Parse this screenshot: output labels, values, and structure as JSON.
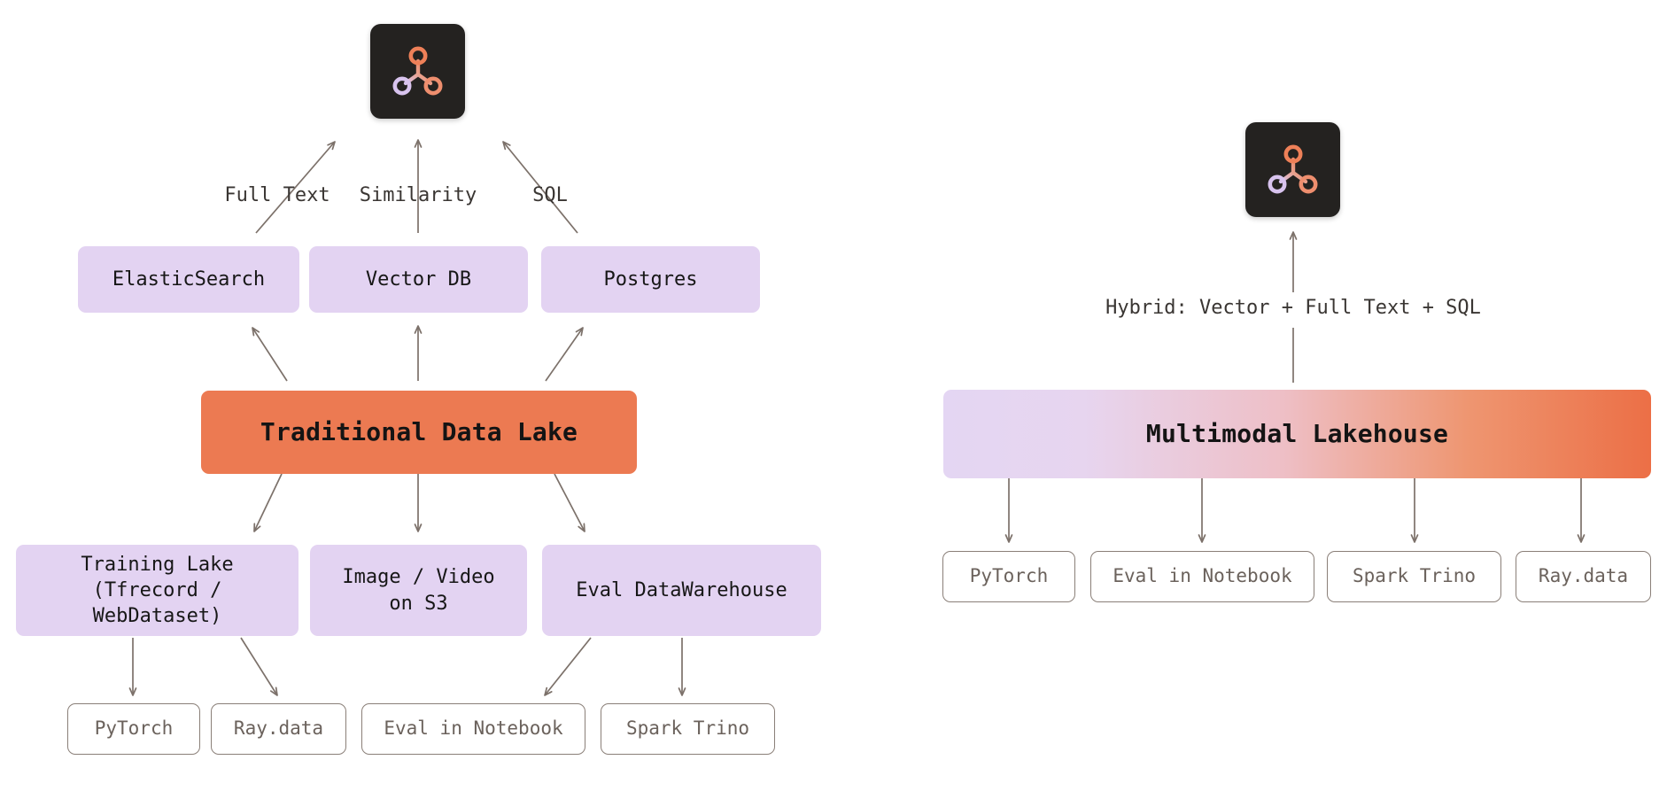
{
  "diagram": {
    "title_left": "Traditional Data Lake",
    "title_right": "Multimodal Lakehouse",
    "background_color": "#FFFFFF",
    "palette": {
      "orange": "#EC7A52",
      "lavender": "#E3D3F2",
      "logo_bg": "#242220",
      "edge": "#7C716A",
      "leaf_border": "#8A7F78",
      "leaf_text": "#6B625C",
      "label_text": "#3A3633"
    }
  },
  "logos": {
    "left": {
      "name": "app-logo",
      "alt": "three-node graph logo"
    },
    "right": {
      "name": "app-logo",
      "alt": "three-node graph logo"
    }
  },
  "left_panel": {
    "query_labels": [
      {
        "text": "Full Text"
      },
      {
        "text": "Similarity"
      },
      {
        "text": "SQL"
      }
    ],
    "stores": [
      {
        "label": "ElasticSearch"
      },
      {
        "label": "Vector DB"
      },
      {
        "label": "Postgres"
      }
    ],
    "lake": {
      "label": "Traditional Data Lake"
    },
    "sinks": [
      {
        "line1": "Training Lake",
        "line2": "(Tfrecord / WebDataset)"
      },
      {
        "line1": "Image / Video",
        "line2": "on S3"
      },
      {
        "line1": "Eval DataWarehouse",
        "line2": ""
      }
    ],
    "tools": [
      {
        "label": "PyTorch"
      },
      {
        "label": "Ray.data"
      },
      {
        "label": "Eval in Notebook"
      },
      {
        "label": "Spark Trino"
      }
    ]
  },
  "right_panel": {
    "query_label": "Hybrid: Vector + Full Text + SQL",
    "lakehouse": {
      "label": "Multimodal Lakehouse"
    },
    "tools": [
      {
        "label": "PyTorch"
      },
      {
        "label": "Eval in Notebook"
      },
      {
        "label": "Spark Trino"
      },
      {
        "label": "Ray.data"
      }
    ]
  }
}
